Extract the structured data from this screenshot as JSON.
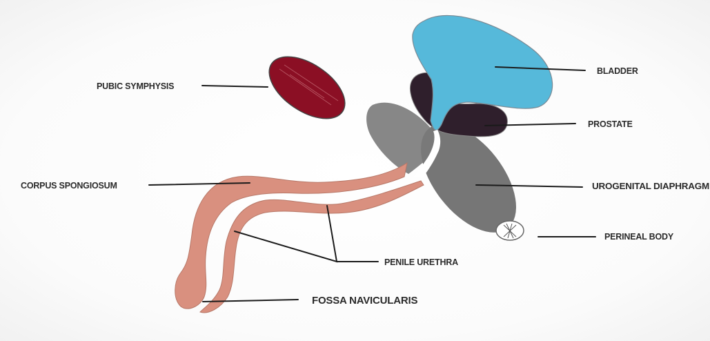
{
  "labels": {
    "pubic_symphysis": "PUBIC SYMPHYSIS",
    "bladder": "BLADDER",
    "prostate": "PROSTATE",
    "corpus_spongiosum": "CORPUS SPONGIOSUM",
    "urogenital_diaphragm": "UROGENITAL DIAPHRAGM",
    "perineal_body": "PERINEAL BODY",
    "penile_urethra": "PENILE URETHRA",
    "fossa_navicularis": "FOSSA NAVICULARIS"
  },
  "colors": {
    "bladder": "#56b9da",
    "prostate": "#2f1f2c",
    "pubic_symphysis": "#8b0f24",
    "diaphragm": "#6a6a6a",
    "spongiosum": "#d9907f",
    "outline": "#8a8a8a"
  }
}
